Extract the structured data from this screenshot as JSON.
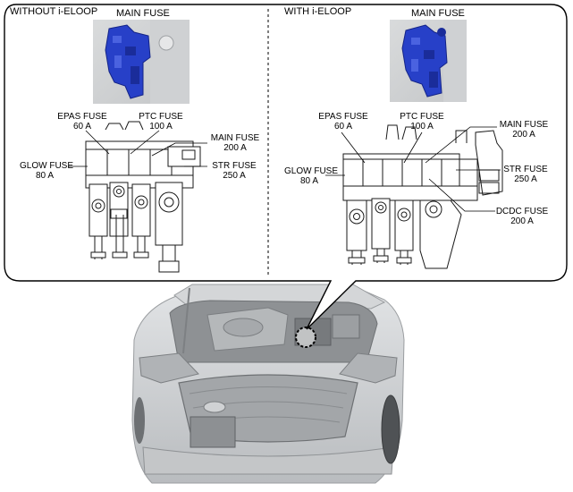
{
  "panels": {
    "left": {
      "title": "WITHOUT i-ELOOP",
      "main_fuse_heading": "MAIN FUSE",
      "labels": {
        "epas": {
          "name": "EPAS FUSE",
          "rating": "60 A"
        },
        "ptc": {
          "name": "PTC FUSE",
          "rating": "100 A"
        },
        "main": {
          "name": "MAIN FUSE",
          "rating": "200 A"
        },
        "glow": {
          "name": "GLOW FUSE",
          "rating": "80 A"
        },
        "str": {
          "name": "STR FUSE",
          "rating": "250 A"
        }
      }
    },
    "right": {
      "title": "WITH i-ELOOP",
      "main_fuse_heading": "MAIN FUSE",
      "labels": {
        "epas": {
          "name": "EPAS FUSE",
          "rating": "60 A"
        },
        "ptc": {
          "name": "PTC FUSE",
          "rating": "100 A"
        },
        "main": {
          "name": "MAIN FUSE",
          "rating": "200 A"
        },
        "glow": {
          "name": "GLOW FUSE",
          "rating": "80 A"
        },
        "str": {
          "name": "STR FUSE",
          "rating": "250 A"
        },
        "dcdc": {
          "name": "DCDC FUSE",
          "rating": "200 A"
        }
      }
    }
  },
  "colors": {
    "fuse_block_blue": "#2740c8",
    "line": "#1a1a1a",
    "car_gray": "#c9cbcd"
  }
}
